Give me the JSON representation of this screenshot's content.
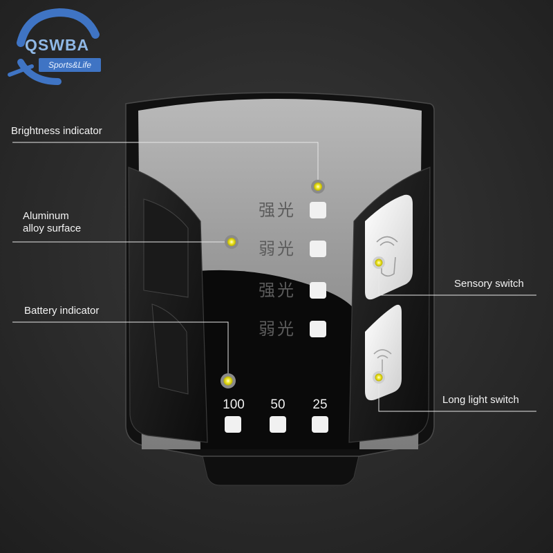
{
  "logo": {
    "brand": "QSWBA",
    "tagline": "Sports&Life"
  },
  "callouts": {
    "brightness": "Brightness indicator",
    "aluminum_line1": "Aluminum",
    "aluminum_line2": "alloy surface",
    "battery": "Battery indicator",
    "sensory": "Sensory switch",
    "long_light": "Long light switch"
  },
  "mode_labels": [
    "强光",
    "弱光",
    "强光",
    "弱光"
  ],
  "battery_levels": [
    "100",
    "50",
    "25"
  ],
  "colors": {
    "background": "#2b2b2b",
    "indicator_light": "#f2ea2a",
    "logo_blue": "#3f74c4"
  }
}
